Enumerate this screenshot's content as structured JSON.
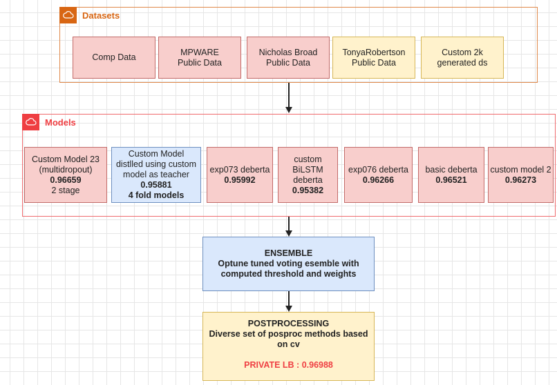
{
  "datasets": {
    "title": "Datasets",
    "icon": "cloud-icon",
    "color": "#d86613",
    "items": [
      {
        "lines": [
          "Comp Data"
        ],
        "color": "pink"
      },
      {
        "lines": [
          "MPWARE",
          "Public Data"
        ],
        "color": "pink"
      },
      {
        "lines": [
          "Nicholas Broad",
          "Public Data"
        ],
        "color": "pink"
      },
      {
        "lines": [
          "TonyaRobertson",
          "Public Data"
        ],
        "color": "yellow"
      },
      {
        "lines": [
          "Custom 2k",
          "generated ds"
        ],
        "color": "yellow"
      }
    ]
  },
  "models": {
    "title": "Models",
    "icon": "cloud-icon",
    "color": "#ef3e42",
    "items": [
      {
        "name": "Custom Model 23",
        "sub": "(multidropout)",
        "score": "0.96659",
        "extra": "2 stage"
      },
      {
        "name": "Custom Model distlled using custom model as teacher",
        "score": "0.95881",
        "extra": "4 fold models"
      },
      {
        "name": "exp073 deberta",
        "score": "0.95992"
      },
      {
        "name": "custom BiLSTM deberta",
        "score": "0.95382"
      },
      {
        "name": "exp076 deberta",
        "score": "0.96266"
      },
      {
        "name": "basic deberta",
        "score": "0.96521"
      },
      {
        "name": "custom model 2",
        "score": "0.96273"
      }
    ]
  },
  "ensemble": {
    "title": "ENSEMBLE",
    "desc": "Optune tuned voting esemble with computed threshold and weights"
  },
  "postprocessing": {
    "title": "POSTPROCESSING",
    "desc": "Diverse set of posproc methods based on cv",
    "result": "PRIVATE LB : 0.96988",
    "result_color": "#ef3e42"
  }
}
